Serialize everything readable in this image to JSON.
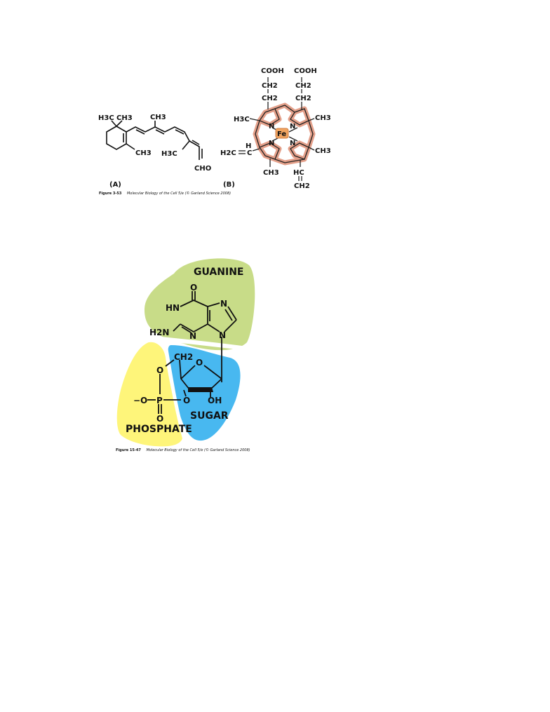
{
  "figure_a": {
    "panel_label": "(A)",
    "caption_number": "Figure 3-53",
    "caption_text": "Molecular Biology of the Cell 5/e (© Garland Science 2008)",
    "groups": {
      "h3c_top": "H3C",
      "ch3_top": "CH3",
      "ch3_mid": "CH3",
      "ch3_ring": "CH3",
      "h3c_chain": "H3C",
      "cho": "CHO"
    }
  },
  "figure_b": {
    "panel_label": "(B)",
    "metal": "Fe",
    "nitrogen": "N",
    "groups": {
      "cooh_left": "COOH",
      "cooh_right": "COOH",
      "ch2_left_1": "CH2",
      "ch2_left_2": "CH2",
      "ch2_right_1": "CH2",
      "ch2_right_2": "CH2",
      "h3c_left": "H3C",
      "ch3_right_top": "CH3",
      "h2c_vinyl": "H2C",
      "h_vinyl": "H",
      "ch3_right_bottom": "CH3",
      "ch3_bottom": "CH3",
      "hc_vinyl": "HC",
      "ch2_vinyl": "CH2"
    },
    "colors": {
      "halo": "#e4a08a",
      "iron": "#f0a460"
    }
  },
  "figure_c": {
    "regions": {
      "base": "GUANINE",
      "sugar": "SUGAR",
      "phosphate": "PHOSPHATE"
    },
    "atoms": {
      "oxygen_top": "O",
      "hn": "HN",
      "n_top": "N",
      "h2n": "H2N",
      "n_bottom": "N",
      "n_glyco": "N",
      "ch2": "CH2",
      "o_ring": "O",
      "o_left": "O",
      "minus_o": "−O",
      "p": "P",
      "o_ester": "O",
      "oh": "OH",
      "o_double": "O"
    },
    "caption_number": "Figure 15-47",
    "caption_text": "Molecular Biology of the Cell 5/e (© Garland Science 2008)",
    "colors": {
      "guanine": "#c8dc88",
      "sugar": "#48b8f0",
      "phosphate": "#fef57a"
    }
  }
}
